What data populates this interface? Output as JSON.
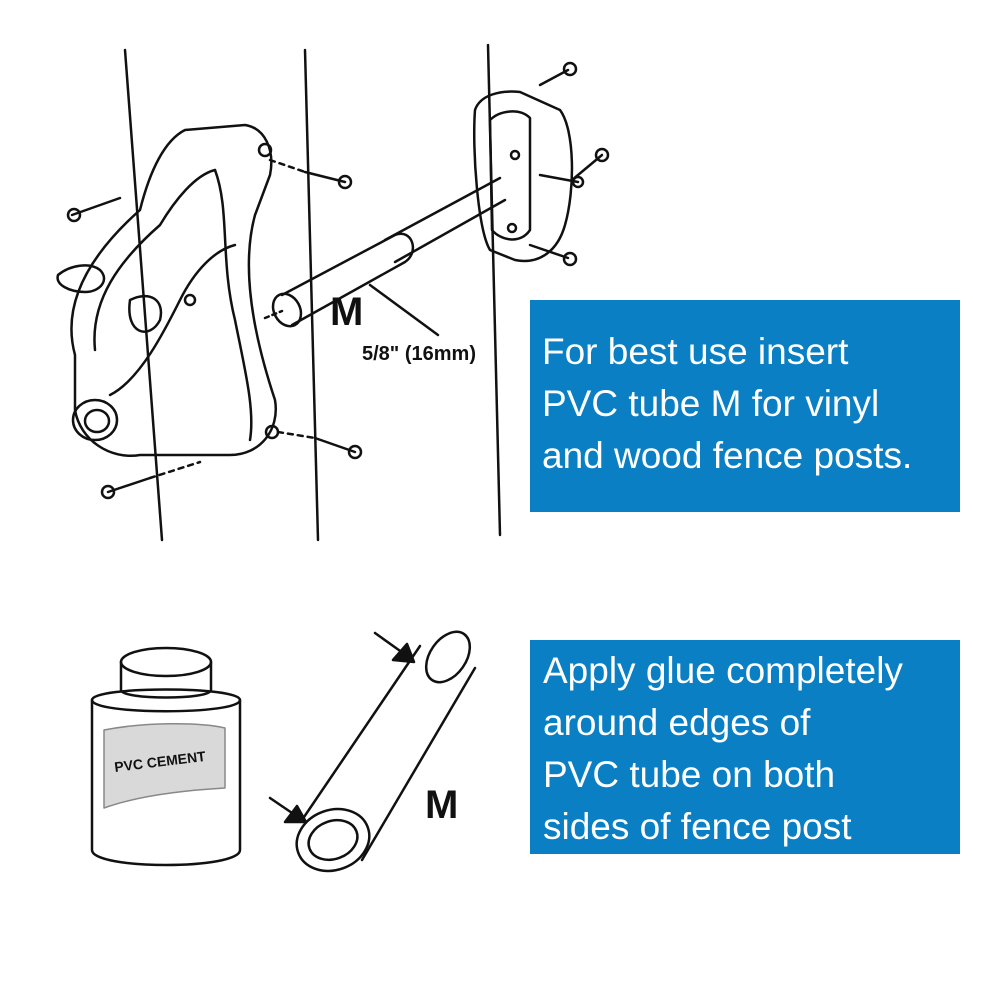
{
  "labels": {
    "tube_letter_top": "M",
    "tube_size": "5/8\" (16mm)",
    "can_label": "PVC CEMENT",
    "tube_letter_bottom": "M"
  },
  "callout_1": {
    "lines": [
      "For best use insert",
      "PVC tube M for vinyl",
      "and wood fence posts."
    ]
  },
  "callout_2": {
    "lines": [
      "Apply glue completely",
      "around edges of",
      "PVC tube on both",
      "sides of fence post"
    ]
  },
  "colors": {
    "callout_background": "#0a7fc3",
    "callout_text": "#ffffff",
    "line_art": "#111111"
  }
}
